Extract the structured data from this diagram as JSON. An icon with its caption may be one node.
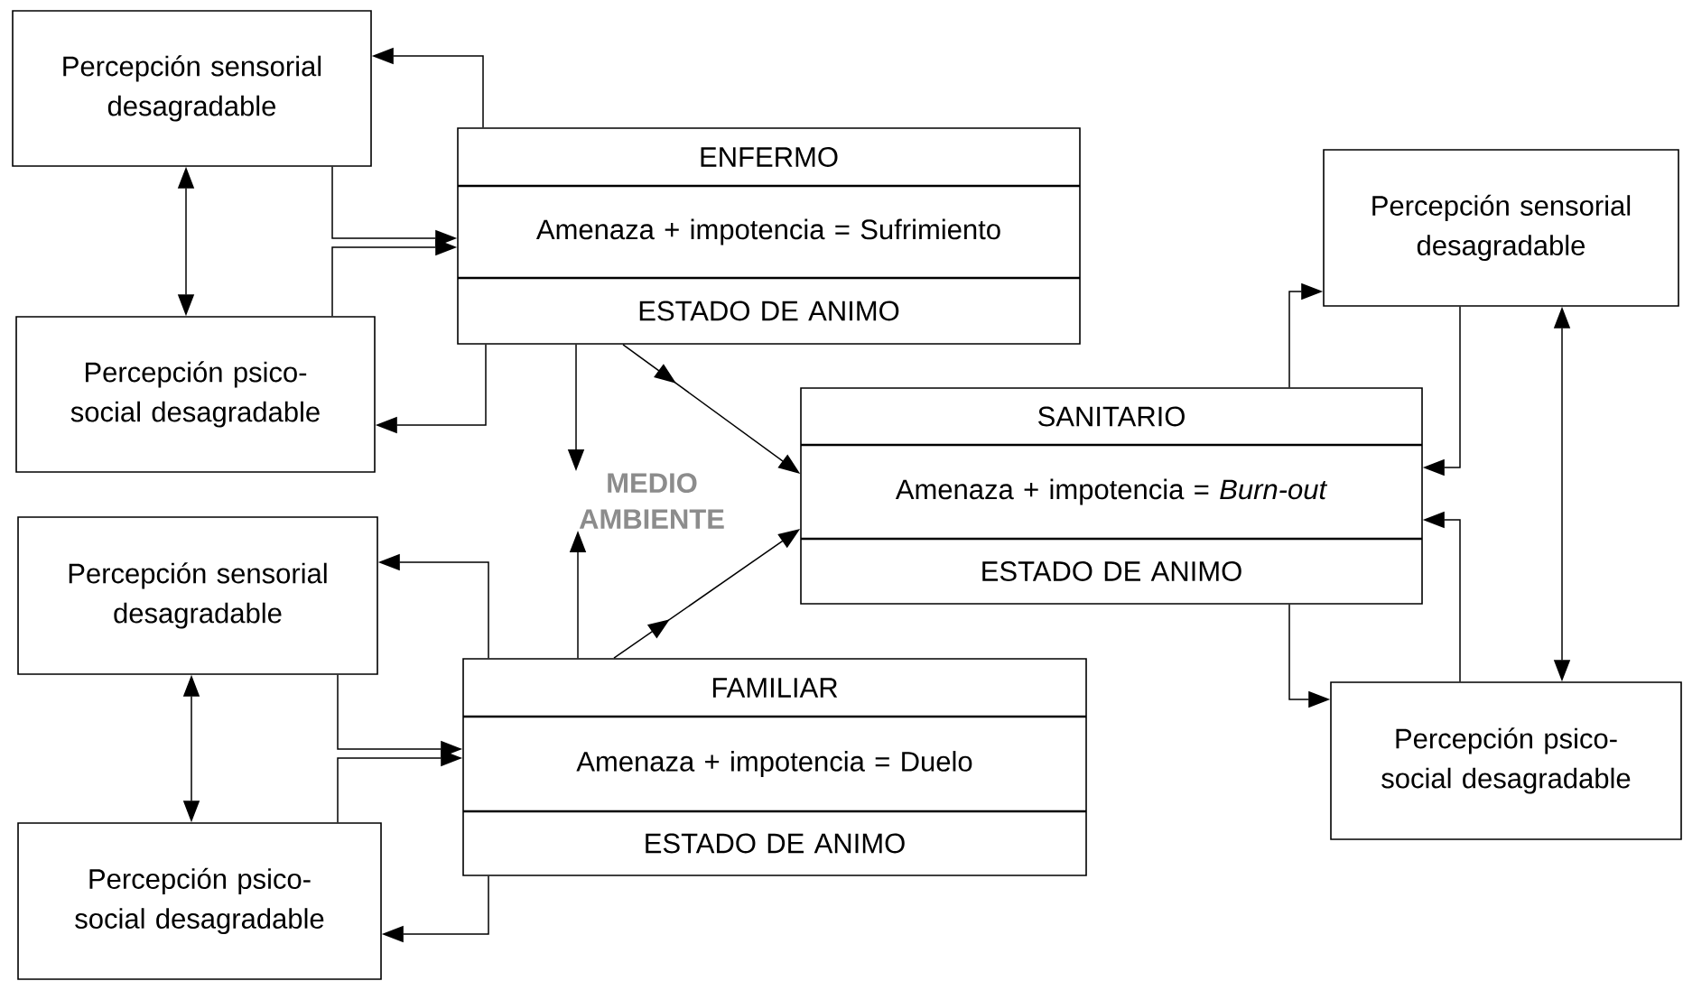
{
  "diagram": {
    "nodes": [
      {
        "text": [
          "Percepción sensorial desagradable"
        ]
      },
      {
        "text": [
          "ENFERMO",
          "Amenaza + impotencia = Sufrimiento",
          "ESTADO DE ANIMO"
        ]
      },
      {
        "text": [
          "Percepción psico-social desagradable"
        ]
      },
      {
        "text": [
          "MEDIO AMBIENTE"
        ]
      },
      {
        "text": [
          "SANITARIO",
          "Amenaza + impotencia = *Burn-out*",
          "ESTADO DE ANIMO"
        ]
      },
      {
        "text": [
          "Percepción sensorial desagradable"
        ]
      },
      {
        "text": [
          "Percepción sensorial desagradable"
        ]
      },
      {
        "text": [
          "FAMILIAR",
          "Amenaza + impotencia = Duelo",
          "ESTADO DE ANIMO"
        ]
      },
      {
        "text": [
          "Percepción psico-social desagradable"
        ]
      },
      {
        "text": [
          "Percepción psico-social desagradable"
        ]
      }
    ],
    "edges": [
      {
        "from": 1,
        "to": 0,
        "arrow": "to"
      },
      {
        "from": 0,
        "to": 2,
        "arrow": "both"
      },
      {
        "from": 0,
        "to": 1,
        "arrow": "to"
      },
      {
        "from": 2,
        "to": 1,
        "arrow": "to"
      },
      {
        "from": 1,
        "to": 2,
        "arrow": "to"
      },
      {
        "from": 1,
        "to": 3,
        "arrow": "to"
      },
      {
        "from": 1,
        "to": 4,
        "arrow": "to"
      },
      {
        "from": 7,
        "to": 4,
        "arrow": "to"
      },
      {
        "from": 7,
        "to": 3,
        "arrow": "to"
      },
      {
        "from": 7,
        "to": 6,
        "arrow": "to"
      },
      {
        "from": 6,
        "to": 9,
        "arrow": "both"
      },
      {
        "from": 6,
        "to": 7,
        "arrow": "to"
      },
      {
        "from": 9,
        "to": 7,
        "arrow": "to"
      },
      {
        "from": 7,
        "to": 9,
        "arrow": "to"
      },
      {
        "from": 4,
        "to": 5,
        "arrow": "to"
      },
      {
        "from": 5,
        "to": 4,
        "arrow": "to"
      },
      {
        "from": 5,
        "to": 8,
        "arrow": "both"
      },
      {
        "from": 8,
        "to": 4,
        "arrow": "to"
      },
      {
        "from": 4,
        "to": 8,
        "arrow": "to"
      }
    ]
  }
}
